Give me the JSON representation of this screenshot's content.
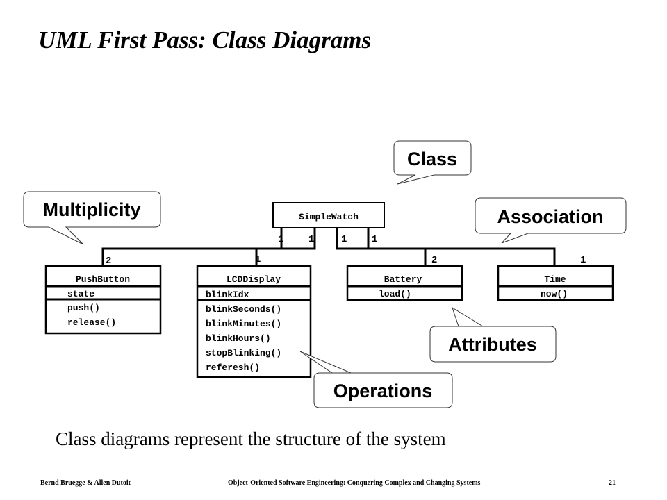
{
  "title": "UML First Pass: Class Diagrams",
  "classes": {
    "simplewatch": {
      "name": "SimpleWatch"
    },
    "pushbutton": {
      "name": "PushButton",
      "attributes": [
        "state"
      ],
      "operations": [
        "push()",
        "release()"
      ]
    },
    "lcddisplay": {
      "name": "LCDDisplay",
      "attributes": [
        "blinkIdx"
      ],
      "operations": [
        "blinkSeconds()",
        "blinkMinutes()",
        "blinkHours()",
        "stopBlinking()",
        "referesh()"
      ]
    },
    "battery": {
      "name": "Battery",
      "operations": [
        "load()"
      ]
    },
    "time": {
      "name": "Time",
      "operations": [
        "now()"
      ]
    }
  },
  "multiplicities": {
    "watch_pushbutton": "1",
    "watch_lcd": "1",
    "watch_battery": "1",
    "watch_time": "1",
    "pushbutton": "2",
    "lcddisplay": "1",
    "battery": "2",
    "time": "1"
  },
  "callouts": {
    "class": "Class",
    "multiplicity": "Multiplicity",
    "association": "Association",
    "attributes": "Attributes",
    "operations": "Operations"
  },
  "caption": "Class diagrams represent the structure of the system",
  "footer": {
    "authors": "Bernd Bruegge & Allen Dutoit",
    "book": "Object-Oriented Software Engineering: Conquering Complex and Changing Systems",
    "page": "21"
  }
}
